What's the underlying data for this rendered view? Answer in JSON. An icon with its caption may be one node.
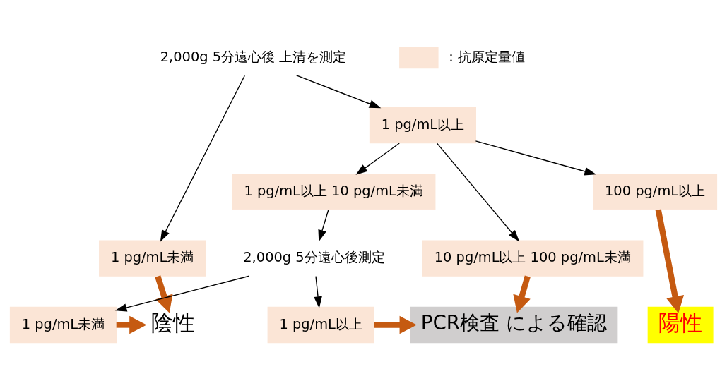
{
  "diagram": {
    "nodes": [
      {
        "text": [
          "2,000g 5分遠心後 上清を測定"
        ]
      },
      {
        "text": [
          "1 pg/mL未満"
        ]
      },
      {
        "text": [
          "1 pg/mL以上"
        ]
      },
      {
        "text": [
          "1 pg/mL以上 10 pg/mL未満"
        ]
      },
      {
        "text": [
          "10 pg/mL以上 100 pg/mL未満"
        ]
      },
      {
        "text": [
          "100 pg/mL以上"
        ]
      },
      {
        "text": [
          "2,000g 5分遠心後測定"
        ]
      },
      {
        "text": [
          "1 pg/mL未満"
        ]
      },
      {
        "text": [
          "1 pg/mL以上"
        ]
      },
      {
        "text": [
          "陰性"
        ]
      },
      {
        "text": [
          "PCR検査 による確認"
        ]
      },
      {
        "text": [
          "陽性"
        ]
      }
    ],
    "edges": [
      {
        "from": 0,
        "to": 1,
        "arrow": "to"
      },
      {
        "from": 0,
        "to": 2,
        "arrow": "to"
      },
      {
        "from": 2,
        "to": 3,
        "arrow": "to"
      },
      {
        "from": 2,
        "to": 4,
        "arrow": "to"
      },
      {
        "from": 2,
        "to": 5,
        "arrow": "to"
      },
      {
        "from": 3,
        "to": 6,
        "arrow": "to"
      },
      {
        "from": 6,
        "to": 7,
        "arrow": "to"
      },
      {
        "from": 6,
        "to": 8,
        "arrow": "to"
      },
      {
        "from": 1,
        "to": 9,
        "arrow": "to",
        "style": "thick",
        "color": "#c55a11"
      },
      {
        "from": 4,
        "to": 10,
        "arrow": "to",
        "style": "thick",
        "color": "#c55a11"
      },
      {
        "from": 5,
        "to": 11,
        "arrow": "to",
        "style": "thick",
        "color": "#c55a11"
      },
      {
        "from": 7,
        "to": 9,
        "arrow": "to",
        "style": "thick",
        "color": "#c55a11"
      },
      {
        "from": 8,
        "to": 10,
        "arrow": "to",
        "style": "thick",
        "color": "#c55a11"
      }
    ],
    "legend": [
      {
        "text": "：抗原定量値",
        "color": "#fbe5d6"
      }
    ]
  }
}
